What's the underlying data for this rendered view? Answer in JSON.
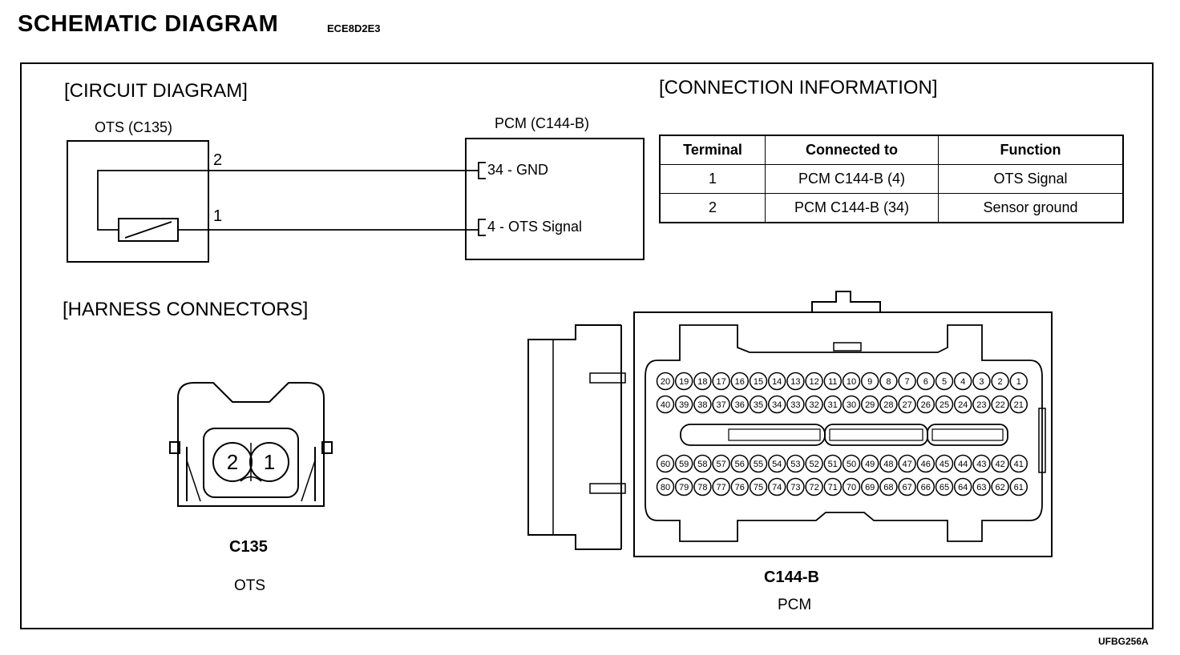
{
  "title": "SCHEMATIC DIAGRAM",
  "doc_code": "ECE8D2E3",
  "figure_code": "UFBG256A",
  "circuit": {
    "section_title": "[CIRCUIT DIAGRAM]",
    "ots_label": "OTS (C135)",
    "pcm_label": "PCM (C144-B)",
    "pin2_label": "2",
    "pin1_label": "1",
    "gnd_label": "34 - GND",
    "signal_label": "4 - OTS Signal"
  },
  "connection": {
    "section_title": "[CONNECTION INFORMATION]",
    "headers": [
      "Terminal",
      "Connected to",
      "Function"
    ],
    "rows": [
      [
        "1",
        "PCM C144-B (4)",
        "OTS Signal"
      ],
      [
        "2",
        "PCM C144-B (34)",
        "Sensor ground"
      ]
    ]
  },
  "harness": {
    "section_title": "[HARNESS CONNECTORS]",
    "c135": {
      "name": "C135",
      "desc": "OTS",
      "pins": [
        "2",
        "1"
      ]
    },
    "c144": {
      "name": "C144-B",
      "desc": "PCM",
      "rows": [
        [
          "20",
          "19",
          "18",
          "17",
          "16",
          "15",
          "14",
          "13",
          "12",
          "11",
          "10",
          "9",
          "8",
          "7",
          "6",
          "5",
          "4",
          "3",
          "2",
          "1"
        ],
        [
          "40",
          "39",
          "38",
          "37",
          "36",
          "35",
          "34",
          "33",
          "32",
          "31",
          "30",
          "29",
          "28",
          "27",
          "26",
          "25",
          "24",
          "23",
          "22",
          "21"
        ],
        [
          "60",
          "59",
          "58",
          "57",
          "56",
          "55",
          "54",
          "53",
          "52",
          "51",
          "50",
          "49",
          "48",
          "47",
          "46",
          "45",
          "44",
          "43",
          "42",
          "41"
        ],
        [
          "80",
          "79",
          "78",
          "77",
          "76",
          "75",
          "74",
          "73",
          "72",
          "71",
          "70",
          "69",
          "68",
          "67",
          "66",
          "65",
          "64",
          "63",
          "62",
          "61"
        ]
      ]
    }
  }
}
